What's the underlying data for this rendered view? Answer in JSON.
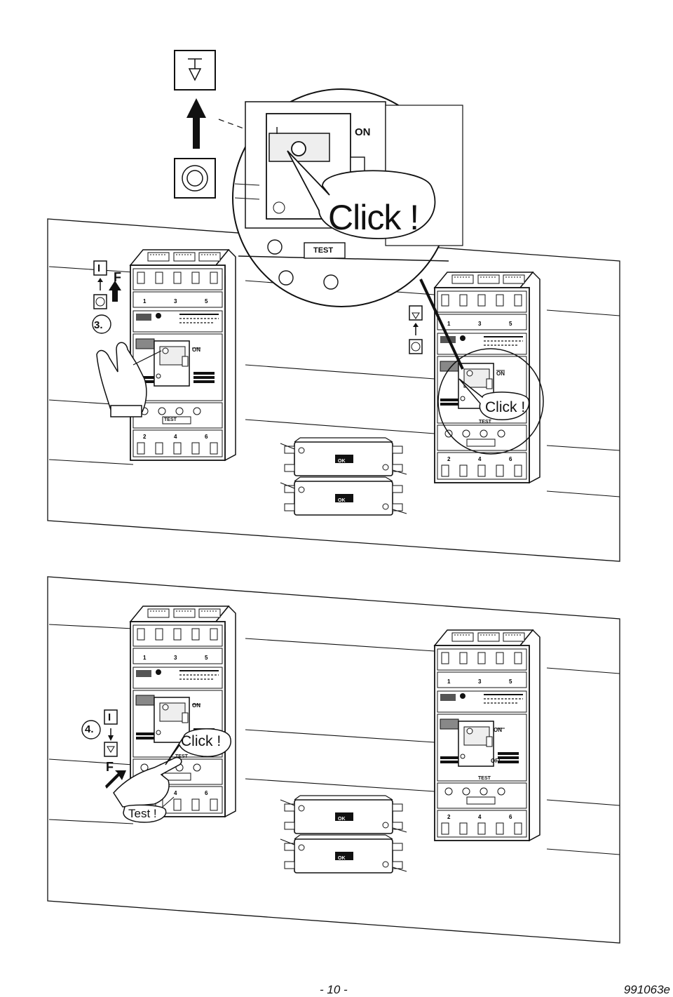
{
  "diagram": {
    "step3": {
      "step_label": "3.",
      "on_symbol": "I",
      "force_label": "F",
      "zoom_bubble": "Click !",
      "zoom_on_label": "ON",
      "zoom_on_symbol": "I",
      "zoom_test_label": "TEST",
      "right_bubble": "Click !",
      "device_labels": {
        "on": "ON",
        "test": "TEST",
        "terminals_top": [
          "1",
          "3",
          "5"
        ],
        "terminals_bottom": [
          "2",
          "4",
          "6"
        ]
      }
    },
    "step4": {
      "step_label": "4.",
      "on_symbol": "I",
      "force_label": "F",
      "click_bubble": "Click !",
      "test_bubble": "Test !",
      "right_off_label": "OFF",
      "device_labels": {
        "on": "ON",
        "test": "TEST",
        "terminals_top": [
          "1",
          "3",
          "5"
        ],
        "terminals_bottom": [
          "2",
          "4",
          "6"
        ]
      }
    },
    "accessory_label": "OK"
  },
  "footer": {
    "page_number": "- 10 -",
    "doc_code": "991063e"
  }
}
